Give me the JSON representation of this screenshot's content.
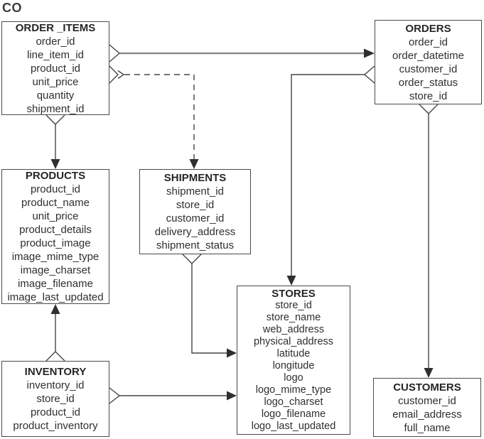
{
  "diagram_label": "CO",
  "colors": {
    "background": "#ffffff",
    "box_border": "#4a4a4a",
    "text": "#2f2f2f",
    "connector": "#454545",
    "connector_accent": "#8a8a8a"
  },
  "entities": {
    "order_items": {
      "title": "ORDER _ITEMS",
      "fields": [
        "order_id",
        "line_item_id",
        "product_id",
        "unit_price",
        "quantity",
        "shipment_id"
      ]
    },
    "orders": {
      "title": "ORDERS",
      "fields": [
        "order_id",
        "order_datetime",
        "customer_id",
        "order_status",
        "store_id"
      ]
    },
    "products": {
      "title": "PRODUCTS",
      "fields": [
        "product_id",
        "product_name",
        "unit_price",
        "product_details",
        "product_image",
        "image_mime_type",
        "image_charset",
        "image_filename",
        "image_last_updated"
      ]
    },
    "shipments": {
      "title": "SHIPMENTS",
      "fields": [
        "shipment_id",
        "store_id",
        "customer_id",
        "delivery_address",
        "shipment_status"
      ]
    },
    "stores": {
      "title": "STORES",
      "fields": [
        "store_id",
        "store_name",
        "web_address",
        "physical_address",
        "latitude",
        "longitude",
        "logo",
        "logo_mime_type",
        "logo_charset",
        "logo_filename",
        "logo_last_updated"
      ]
    },
    "inventory": {
      "title": "INVENTORY",
      "fields": [
        "inventory_id",
        "store_id",
        "product_id",
        "product_inventory"
      ]
    },
    "customers": {
      "title": "CUSTOMERS",
      "fields": [
        "customer_id",
        "email_address",
        "full_name"
      ]
    }
  },
  "relationships": [
    {
      "from": "ORDER _ITEMS",
      "to": "ORDERS",
      "line": "solid"
    },
    {
      "from": "ORDER _ITEMS",
      "to": "SHIPMENTS",
      "line": "dashed"
    },
    {
      "from": "ORDER _ITEMS",
      "to": "PRODUCTS",
      "line": "solid"
    },
    {
      "from": "ORDERS",
      "to": "STORES",
      "line": "solid"
    },
    {
      "from": "ORDERS",
      "to": "CUSTOMERS",
      "line": "solid"
    },
    {
      "from": "INVENTORY",
      "to": "PRODUCTS",
      "line": "solid"
    },
    {
      "from": "INVENTORY",
      "to": "STORES",
      "line": "solid"
    },
    {
      "from": "SHIPMENTS",
      "to": "STORES",
      "line": "solid"
    }
  ]
}
